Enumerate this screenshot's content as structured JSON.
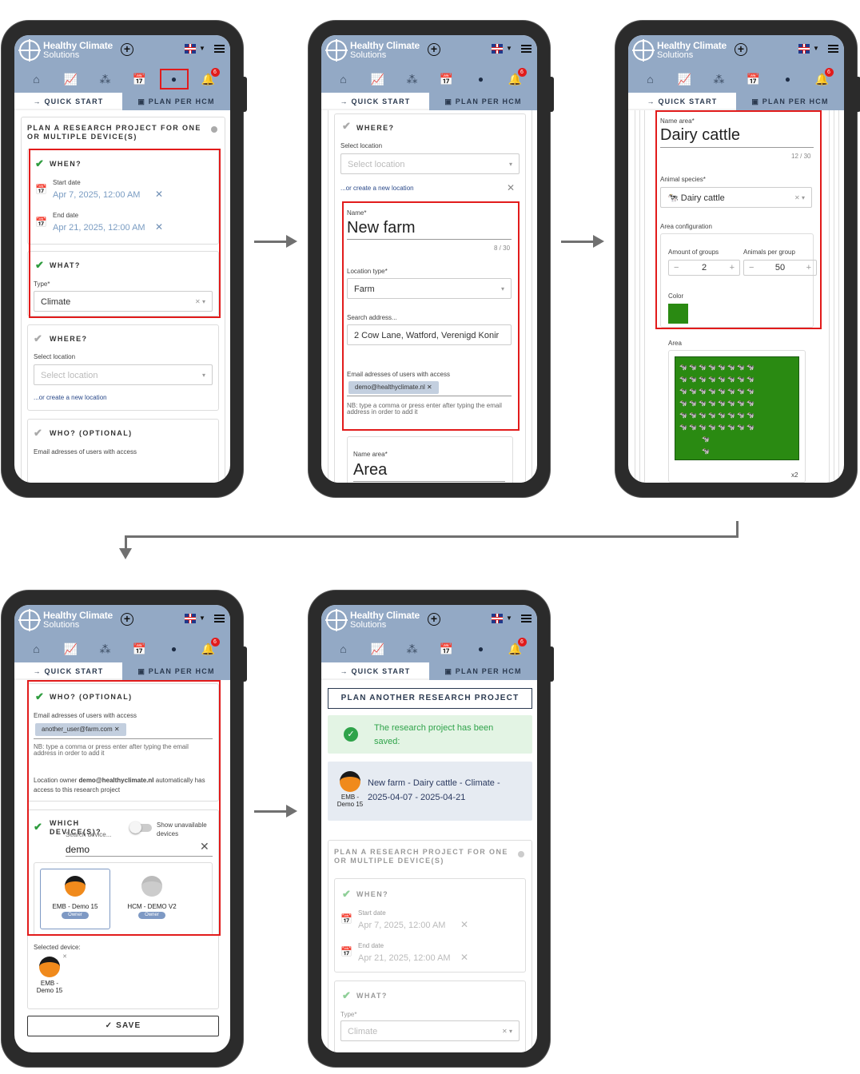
{
  "app": {
    "brand": "Healthy Climate",
    "brand_sub": "Solutions",
    "notif_count": "6",
    "tabs": [
      "QUICK START",
      "PLAN PER HCM"
    ],
    "icons": [
      "farm-icon",
      "chart-icon",
      "network-icon",
      "calendar-icon",
      "device-icon",
      "bell-icon"
    ]
  },
  "s1": {
    "title": "PLAN A RESEARCH PROJECT FOR ONE OR MULTIPLE DEVICE(S)",
    "when": "WHEN?",
    "start_label": "Start date",
    "start_val": "Apr 7, 2025, 12:00 AM",
    "end_label": "End date",
    "end_val": "Apr 21, 2025, 12:00 AM",
    "what": "WHAT?",
    "type_label": "Type*",
    "type_val": "Climate",
    "where": "WHERE?",
    "loc_label": "Select location",
    "loc_ph": "Select location",
    "new_loc": "...or create a new location",
    "who": "WHO? (OPTIONAL)",
    "emails_label": "Email adresses of users with access"
  },
  "s2": {
    "where": "WHERE?",
    "loc_label": "Select location",
    "loc_ph": "Select location",
    "new_loc": "...or create a new location",
    "name_label": "Name*",
    "name_val": "New farm",
    "name_count": "8 / 30",
    "ltype_label": "Location type*",
    "ltype_val": "Farm",
    "addr_label": "Search address...",
    "addr_val": "2 Cow Lane, Watford, Verenigd Konir",
    "emails_label": "Email adresses of users with access",
    "chip": "demo@healthyclimate.nl",
    "nb": "NB: type a comma or press enter after typing the email address in order to add it",
    "area_label": "Name area*",
    "area_val": "Area"
  },
  "s3": {
    "area_label": "Name area*",
    "area_val": "Dairy cattle",
    "area_count": "12 / 30",
    "species_label": "Animal species*",
    "species_val": "Dairy cattle",
    "config_label": "Area configuration",
    "groups_label": "Amount of groups",
    "groups_val": "2",
    "per_label": "Animals per group",
    "per_val": "50",
    "color_label": "Color",
    "color": "#2a8a12",
    "area2": "Area",
    "mult": "x2"
  },
  "s4": {
    "who": "WHO? (OPTIONAL)",
    "emails_label": "Email adresses of users with access",
    "chip": "another_user@farm.com",
    "nb": "NB: type a comma or press enter after typing the email address in order to add it",
    "owner_pre": "Location owner ",
    "owner_email": "demo@healthyclimate.nl",
    "owner_post": " automatically has access to this research project",
    "which": "WHICH DEVICE(S)?",
    "show_label": "Show unavailable devices",
    "search_label": "Search device...",
    "search_val": "demo",
    "dev1": "EMB - Demo 15",
    "dev2": "HCM - DEMO V2",
    "owner_pill": "Owner",
    "selected_label": "Selected device:",
    "sel_dev_a": "EMB -",
    "sel_dev_b": "Demo 15",
    "save": "SAVE"
  },
  "s5": {
    "another": "PLAN ANOTHER RESEARCH PROJECT",
    "saved_a": "The research project has been",
    "saved_b": "saved:",
    "proj_a": "New farm - Dairy cattle - Climate -",
    "proj_b": "2025-04-07 - 2025-04-21",
    "dev_a": "EMB -",
    "dev_b": "Demo 15",
    "title": "PLAN A RESEARCH PROJECT FOR ONE OR MULTIPLE DEVICE(S)",
    "when": "WHEN?",
    "start_label": "Start date",
    "start_val": "Apr 7, 2025, 12:00 AM",
    "end_label": "End date",
    "end_val": "Apr 21, 2025, 12:00 AM",
    "what": "WHAT?",
    "type_label": "Type*",
    "type_val": "Climate"
  }
}
